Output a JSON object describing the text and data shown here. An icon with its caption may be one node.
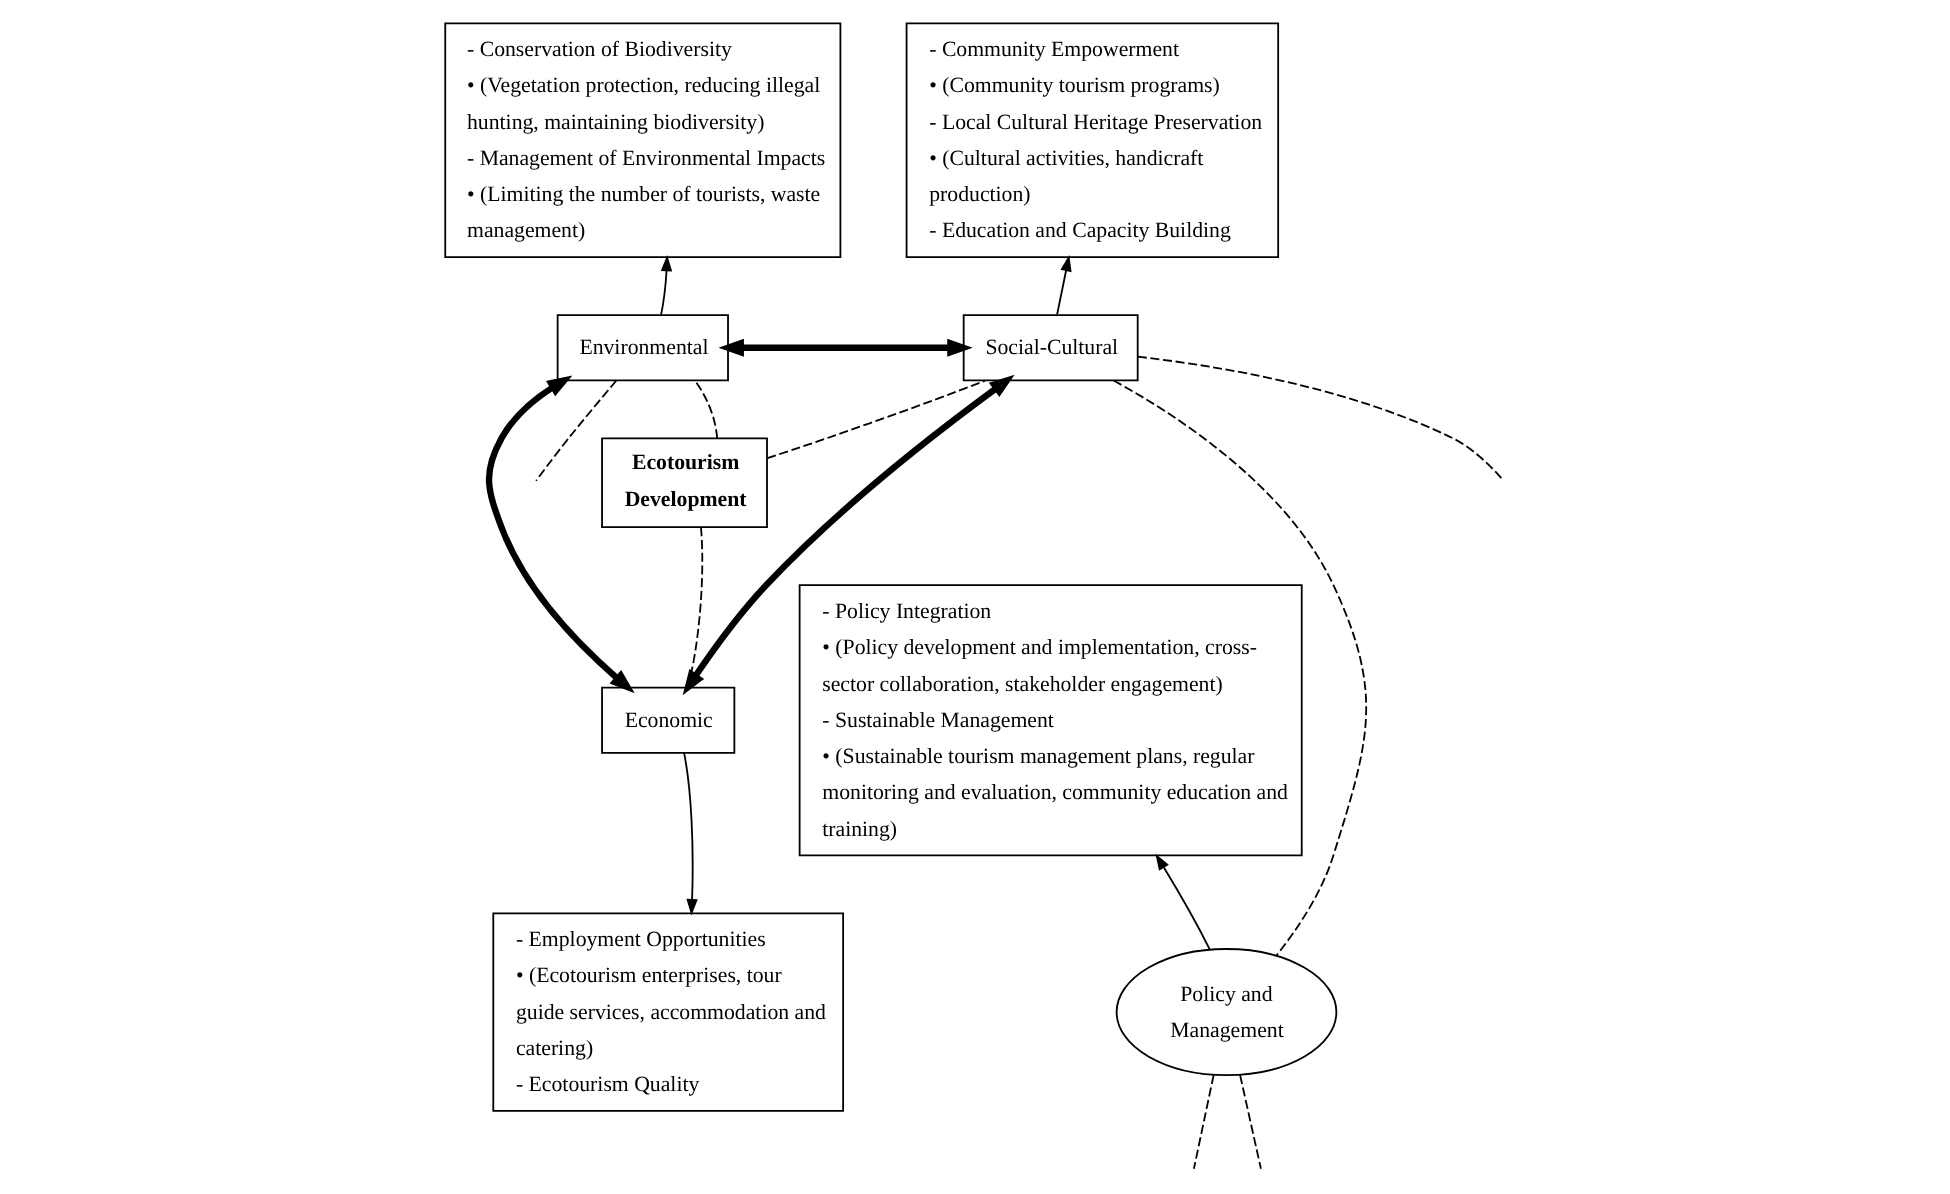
{
  "diagram": {
    "nodes": [
      {
        "text": [
          "- Conservation of Biodiversity",
          "• (Vegetation protection, reducing illegal hunting, maintaining biodiversity)",
          "- Management of Environmental Impacts",
          "• (Limiting the number of tourists, waste management)"
        ]
      },
      {
        "text": [
          "- Community Empowerment",
          "• (Community tourism programs)",
          "- Local Cultural Heritage Preservation",
          "• (Cultural activities, handicraft production)",
          "- Education and Capacity Building"
        ]
      },
      {
        "text": [
          "Environmental"
        ]
      },
      {
        "text": [
          "Social-Cultural"
        ]
      },
      {
        "text": [
          "Ecotourism Development"
        ]
      },
      {
        "text": [
          "Economic"
        ]
      },
      {
        "text": [
          "- Employment Opportunities",
          "• (Ecotourism enterprises, tour guide services, accommodation and catering)",
          "- Ecotourism Quality"
        ]
      },
      {
        "text": [
          "- Policy Integration",
          "• (Policy development and implementation, cross-sector collaboration, stakeholder engagement)",
          "- Sustainable Management",
          "• (Sustainable tourism management plans, regular monitoring and evaluation, community education and training)"
        ]
      },
      {
        "text": [
          "Policy and Management"
        ]
      }
    ],
    "edges": [
      {
        "from": 2,
        "to": 0,
        "arrow": "to"
      },
      {
        "from": 3,
        "to": 1,
        "arrow": "to"
      },
      {
        "from": 2,
        "to": 3,
        "arrow": "both",
        "style": "thick"
      },
      {
        "from": 2,
        "to": 5,
        "arrow": "both",
        "style": "thick"
      },
      {
        "from": 3,
        "to": 5,
        "arrow": "both",
        "style": "thick"
      },
      {
        "from": 4,
        "to": 2,
        "arrow": "none",
        "style": "dashed"
      },
      {
        "from": 4,
        "to": 3,
        "arrow": "none",
        "style": "dashed"
      },
      {
        "from": 4,
        "to": 5,
        "arrow": "none",
        "style": "dashed"
      },
      {
        "from": 5,
        "to": 6,
        "arrow": "to"
      },
      {
        "from": 8,
        "to": 7,
        "arrow": "to"
      },
      {
        "from": 2,
        "to": null,
        "arrow": "none",
        "style": "dashed"
      },
      {
        "from": 3,
        "to": null,
        "arrow": "none",
        "style": "dashed"
      },
      {
        "from": 3,
        "to": 8,
        "arrow": "none",
        "style": "dashed"
      },
      {
        "from": 8,
        "to": null,
        "arrow": "none",
        "style": "dashed"
      },
      {
        "from": 8,
        "to": null,
        "arrow": "none",
        "style": "dashed"
      }
    ]
  }
}
